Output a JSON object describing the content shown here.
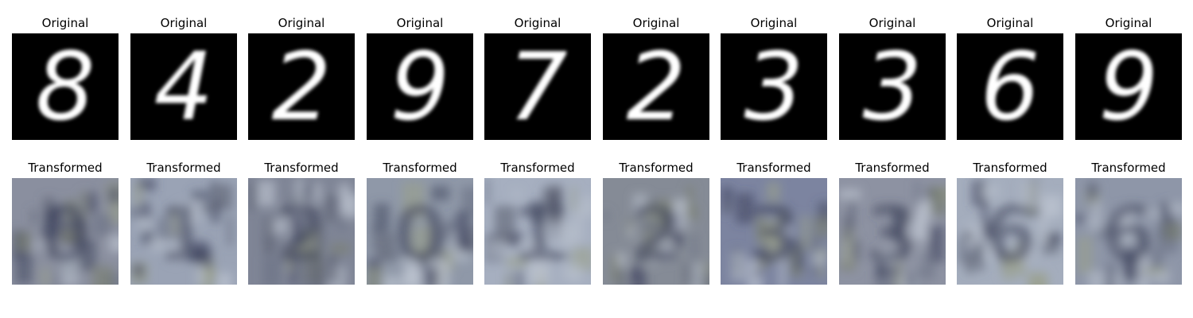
{
  "rows": [
    {
      "title": "Original",
      "kind": "mnist",
      "digits": [
        "8",
        "4",
        "2",
        "9",
        "7",
        "2",
        "3",
        "3",
        "6",
        "9"
      ]
    },
    {
      "title": "Transformed",
      "kind": "svhn-like",
      "digits": [
        "0",
        "1",
        "2",
        "0",
        "1",
        "2",
        "3",
        "3",
        "6",
        "6"
      ]
    }
  ]
}
